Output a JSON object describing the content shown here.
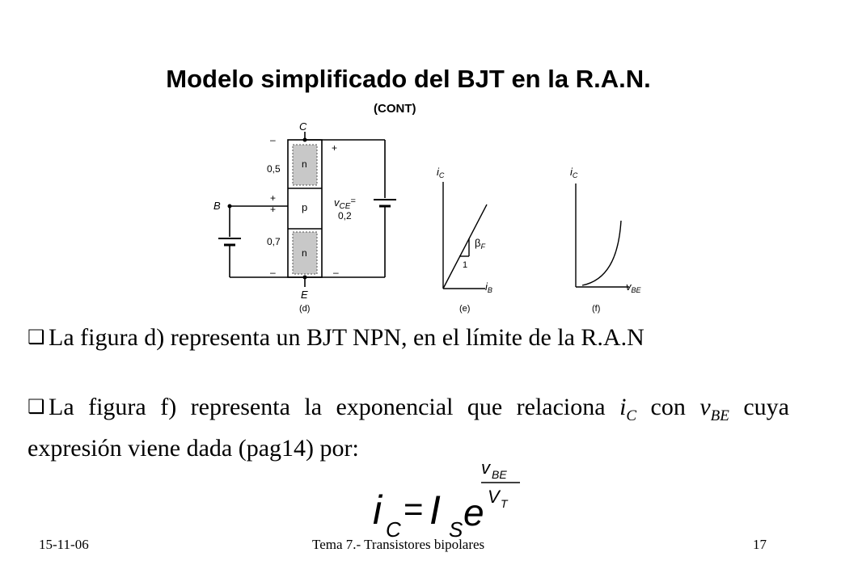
{
  "slide": {
    "title": "Modelo simplificado del BJT en la R.A.N.",
    "subtitle": "(CONT)"
  },
  "figure": {
    "d": {
      "terminal_c": "C",
      "terminal_b": "B",
      "terminal_e": "E",
      "region_top": "n",
      "region_mid": "p",
      "region_bottom": "n",
      "v_top": "0,5",
      "v_bottom": "0,7",
      "vce_label": "v",
      "vce_sub": "CE",
      "vce_eq": "=",
      "vce_value": "0,2",
      "plus": "+",
      "minus": "–",
      "caption": "(d)"
    },
    "e": {
      "y_label": "i",
      "y_sub": "C",
      "x_label": "i",
      "x_sub": "B",
      "slope_label": "β",
      "slope_sub": "F",
      "slope_unit": "1",
      "caption": "(e)"
    },
    "f": {
      "y_label": "i",
      "y_sub": "C",
      "x_label": "v",
      "x_sub": "BE",
      "caption": "(f)"
    }
  },
  "paragraphs": {
    "p1": "La  figura d) representa un BJT NPN, en el límite de la R.A.N",
    "p2_start": "La figura f) representa la exponencial que relaciona ",
    "p2_i": "i",
    "p2_i_sub": "C",
    "p2_mid": " con ",
    "p2_v": "v",
    "p2_v_sub": "BE",
    "p2_end": " cuya expresión viene dada  (pag14) por:"
  },
  "formula": {
    "lhs": "i",
    "lhs_sub": "C",
    "eq": "=",
    "is": "I",
    "is_sub": "S",
    "e": "e",
    "num": "v",
    "num_sub": "BE",
    "den": "V",
    "den_sub": "T"
  },
  "footer": {
    "date": "15-11-06",
    "topic": "Tema 7.- Transistores bipolares",
    "page": "17"
  }
}
